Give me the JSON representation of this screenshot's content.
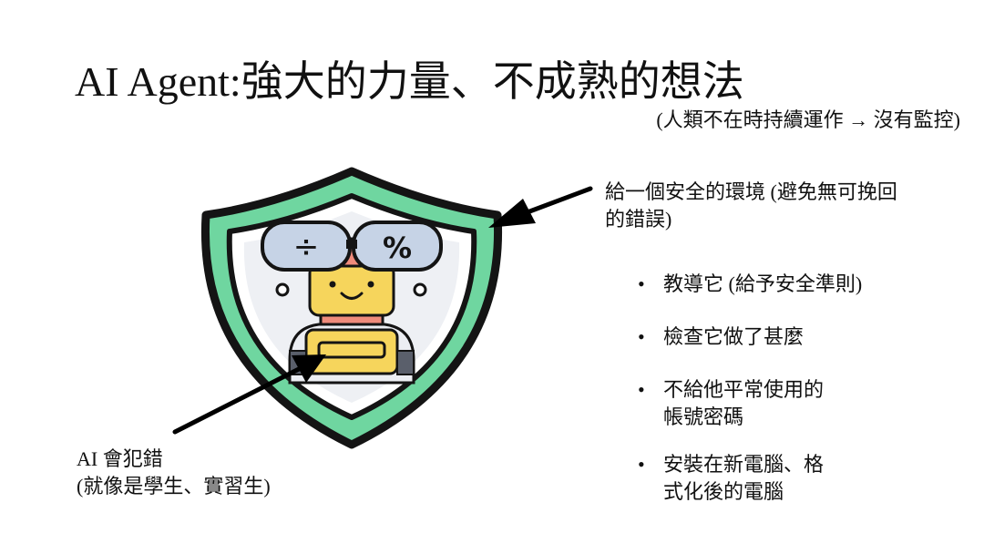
{
  "slide": {
    "title": "AI Agent:強大的力量、不成熟的想法",
    "subtitle": "(人類不在時持續運作 → 沒有監控)",
    "note_top": "給一個安全的環境 (避免無可挽回的錯誤)",
    "note_bottom": {
      "line1": "AI 會犯錯",
      "line2": "(就像是學生、實習生)"
    },
    "bullet_symbol": "•",
    "bullets": [
      {
        "line1": "教導它 (給予安全準則)",
        "line2": ""
      },
      {
        "line1": "檢查它做了甚麼",
        "line2": ""
      },
      {
        "line1": "不給他平常使用的",
        "line2": "帳號密碼"
      },
      {
        "line1": "安裝在新電腦、格",
        "line2": "式化後的電腦"
      }
    ],
    "illustration": {
      "icon": "robot-in-shield-icon",
      "lens_left_symbol": "÷",
      "lens_right_symbol": "%"
    },
    "colors": {
      "shield_green": "#6fd6a0",
      "shield_dark": "#141414",
      "robot_yellow": "#f6d55c",
      "robot_red": "#ef8b7b",
      "lens_blue": "#c6d3e6"
    }
  }
}
